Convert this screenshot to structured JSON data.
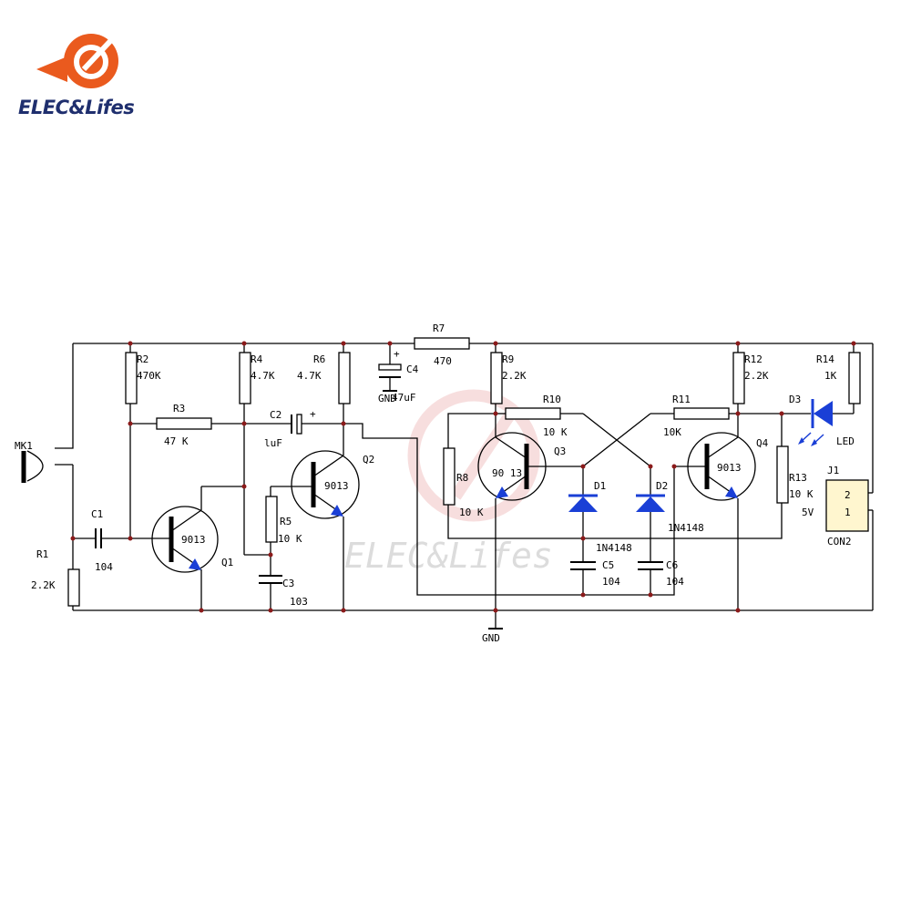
{
  "brand": {
    "name": "ELEC&Lifes",
    "watermark_text": "ELEC&Lifes",
    "logo_color": "#ea5a1e"
  },
  "schematic": {
    "labels": {
      "mk1": "MK1",
      "r1": "R1",
      "r1_val": "2.2K",
      "c1": "C1",
      "c1_val": "104",
      "r2": "R2",
      "r2_val": "470K",
      "r3": "R3",
      "r3_val": "47 K",
      "q1": "Q1",
      "q1_type": "9013",
      "r4": "R4",
      "r4_val": "4.7K",
      "r5": "R5",
      "r5_val": "10 K",
      "c3": "C3",
      "c3_val": "103",
      "c2": "C2",
      "c2_val": "luF",
      "c2_pol": "+",
      "r6": "R6",
      "r6_val": "4.7K",
      "q2": "Q2",
      "q2_type": "9013",
      "c4": "C4",
      "c4_val": "47uF",
      "c4_pol": "+",
      "gnd1": "GND",
      "r7": "R7",
      "r7_val": "470",
      "r9": "R9",
      "r9_val": "2.2K",
      "r8": "R8",
      "r8_val": "10 K",
      "q3": "Q3",
      "q3_type": "90 13",
      "r10": "R10",
      "r10_val": "10 K",
      "d1": "D1",
      "d1_val": "1N4148",
      "d2": "D2",
      "d2_val": "1N4148",
      "c5": "C5",
      "c5_val": "104",
      "c6": "C6",
      "c6_val": "104",
      "r11": "R11",
      "r11_val": "10K",
      "q4": "Q4",
      "q4_type": "9013",
      "r12": "R12",
      "r12_val": "2.2K",
      "r13": "R13",
      "r13_val": "10 K",
      "d3": "D3",
      "d3_val": "LED",
      "r14": "R14",
      "r14_val": "1K",
      "j1": "J1",
      "j1_pin2": "2",
      "j1_pin1": "1",
      "j1_val": "CON2",
      "j1_voltage": "5V",
      "gnd2": "GND"
    }
  }
}
